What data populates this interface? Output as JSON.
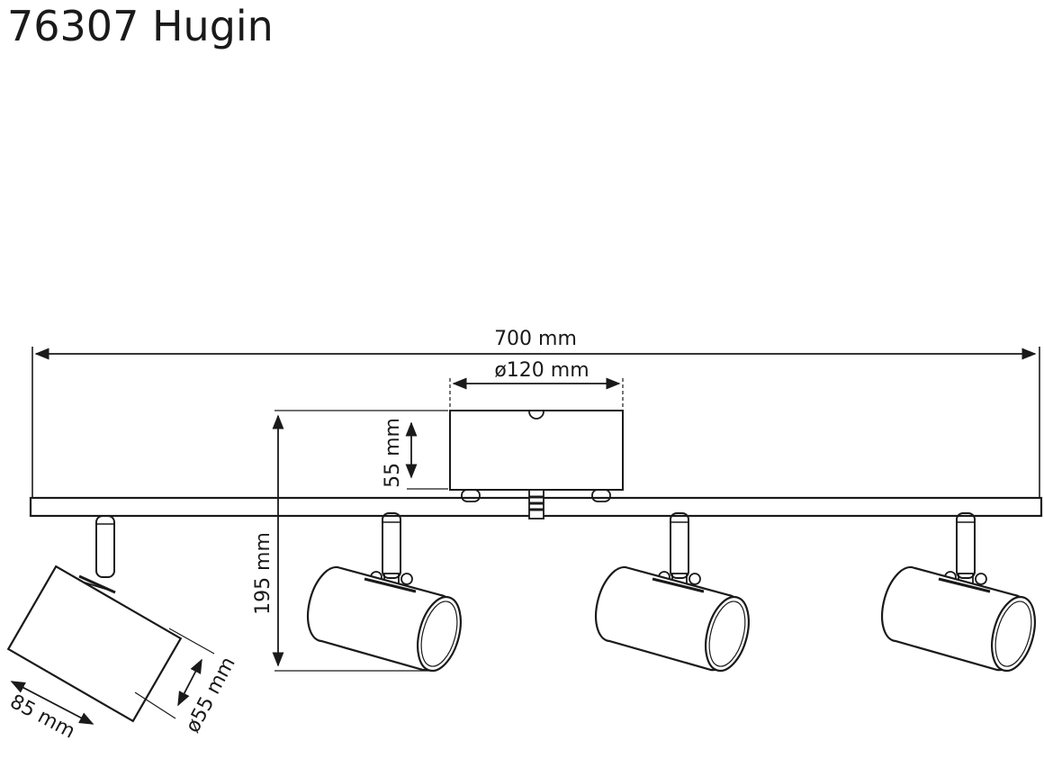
{
  "title": "76307 Hugin",
  "dimensions": {
    "overall_width": "700 mm",
    "base_diameter": "ø120 mm",
    "base_height": "55 mm",
    "total_height": "195 mm",
    "shade_length": "85 mm",
    "shade_diameter": "ø55 mm"
  }
}
